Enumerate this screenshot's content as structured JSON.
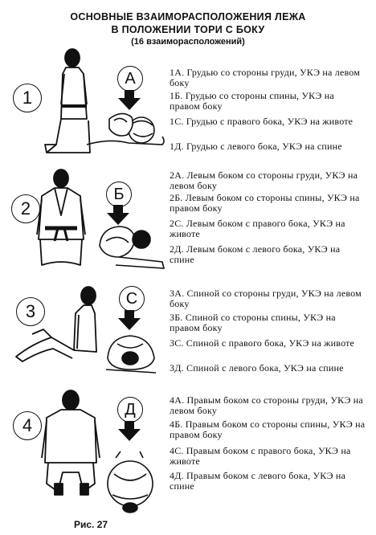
{
  "header": {
    "line1": "ОСНОВНЫЕ ВЗАИМОРАСПОЛОЖЕНИЯ ЛЕЖА",
    "line2": "В ПОЛОЖЕНИИ ТОРИ С БОКУ",
    "line3": "(16 взаиморасположений)"
  },
  "sections": [
    {
      "number": "1",
      "letter": "А",
      "items": [
        "1А. Грудью со стороны груди, УКЭ на левом боку",
        "1Б. Грудью со стороны спины, УКЭ на правом боку",
        "1С. Грудью с правого бока, УКЭ на животе",
        "1Д. Грудью с левого бока, УКЭ на спине"
      ]
    },
    {
      "number": "2",
      "letter": "Б",
      "items": [
        "2А. Левым боком со стороны груди, УКЭ на левом боку",
        "2Б. Левым боком со стороны спины, УКЭ на правом боку",
        "2С. Левым боком с правого бока, УКЭ на животе",
        "2Д. Левым боком с левого бока, УКЭ на спине"
      ]
    },
    {
      "number": "3",
      "letter": "С",
      "items": [
        "3А. Спиной со стороны груди, УКЭ на левом боку",
        "3Б. Спиной со стороны спины, УКЭ на правом боку",
        "3С. Спиной с правого бока, УКЭ на животе",
        "3Д. Спиной с левого бока, УКЭ на спине"
      ]
    },
    {
      "number": "4",
      "letter": "Д",
      "items": [
        "4А. Правым боком со стороны груди, УКЭ на левом боку",
        "4Б. Правым боком со стороны спины, УКЭ на правом боку",
        "4С. Правым боком с правого бока, УКЭ на животе",
        "4Д. Правым боком с левого бока, УКЭ на спине"
      ]
    }
  ],
  "caption": "Рис. 27"
}
